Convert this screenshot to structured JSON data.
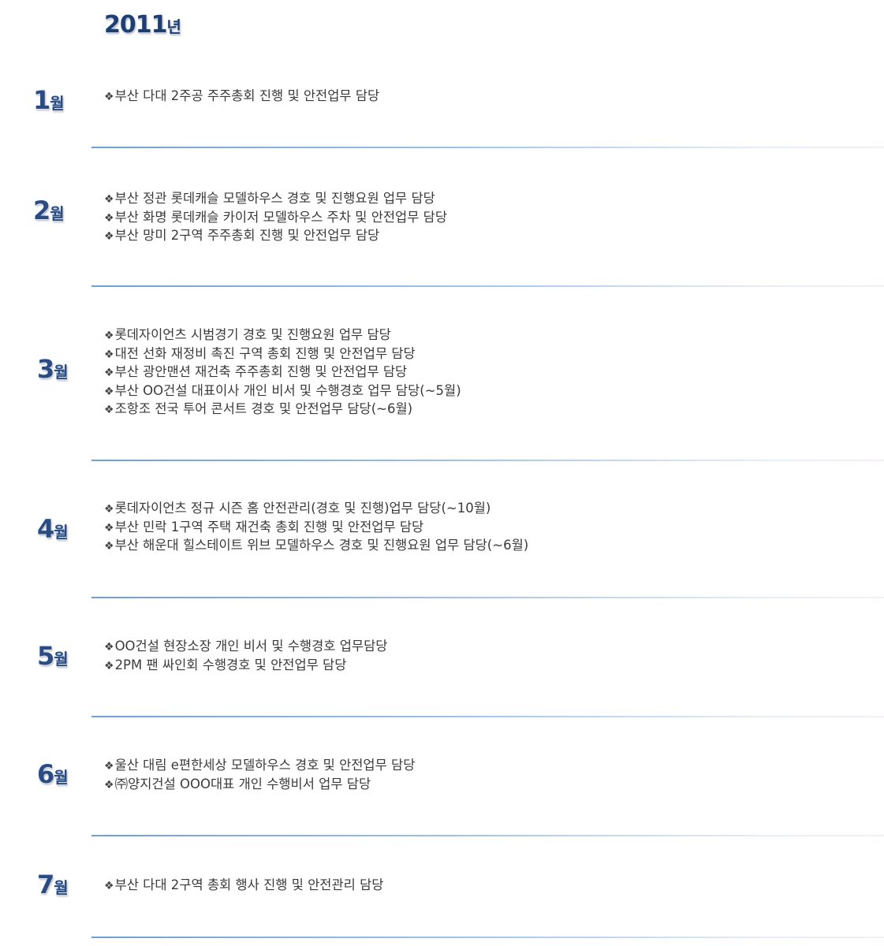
{
  "year": {
    "number": "2011",
    "suffix": "년"
  },
  "bullet_glyph": "❖",
  "months": [
    {
      "num": "1",
      "suffix": "월",
      "items": [
        "부산 다대 2주공 주주총회 진행 및 안전업무 담당"
      ]
    },
    {
      "num": "2",
      "suffix": "월",
      "items": [
        "부산 정관 롯데캐슬 모델하우스 경호 및 진행요원 업무 담당",
        "부산 화명 롯데캐슬 카이저 모델하우스 주차 및 안전업무 담당",
        "부산 망미 2구역 주주총회 진행 및 안전업무 담당"
      ]
    },
    {
      "num": "3",
      "suffix": "월",
      "items": [
        "롯데자이언츠 시범경기 경호 및 진행요원 업무 담당",
        "대전 선화 재정비 촉진 구역 총회 진행 및 안전업무 담당",
        "부산 광안맨션 재건축 주주총회 진행 및 안전업무 담당",
        "부산 OO건설 대표이사 개인 비서 및 수행경호 업무 담당(~5월)",
        "조항조 전국 투어 콘서트 경호 및 안전업무 담당(~6월)"
      ]
    },
    {
      "num": "4",
      "suffix": "월",
      "items": [
        "롯데자이언츠 정규 시즌 홈 안전관리(경호 및 진행)업무 담당(~10월)",
        "부산 민락 1구역 주택 재건축 총회 진행 및 안전업무 담당",
        "부산 해운대 힐스테이트 위브 모델하우스 경호 및 진행요원 업무 담당(~6월)"
      ]
    },
    {
      "num": "5",
      "suffix": "월",
      "items": [
        "OO건설 현장소장 개인 비서 및 수행경호 업무담당",
        "2PM 팬 싸인회 수행경호 및 안전업무 담당"
      ]
    },
    {
      "num": "6",
      "suffix": "월",
      "items": [
        "울산 대림 e편한세상 모델하우스 경호 및 안전업무 담당",
        "㈜양지건설 OOO대표 개인 수행비서 업무 담당"
      ]
    },
    {
      "num": "7",
      "suffix": "월",
      "items": [
        "부산 다대 2구역 총회 행사 진행 및 안전관리 담당"
      ]
    }
  ]
}
